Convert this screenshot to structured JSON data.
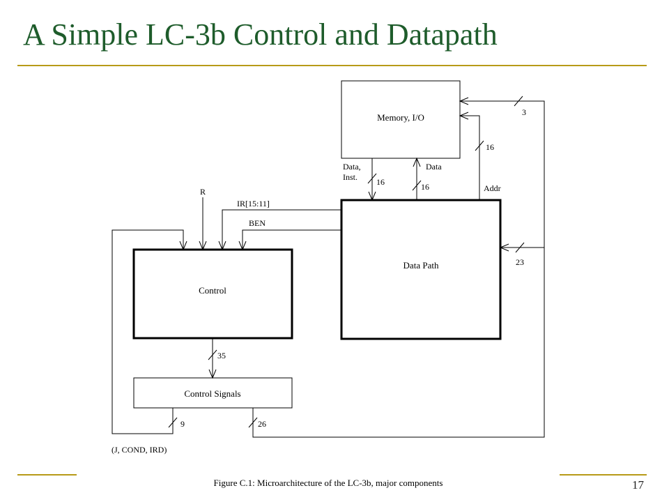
{
  "slide": {
    "title": "A Simple LC-3b Control and Datapath",
    "page_number": "17"
  },
  "diagram": {
    "blocks": {
      "memory": "Memory, I/O",
      "datapath": "Data Path",
      "control": "Control",
      "control_signals": "Control Signals"
    },
    "signals": {
      "data_inst_line1": "Data,",
      "data_inst_line2": "Inst.",
      "data": "Data",
      "addr": "Addr",
      "r": "R",
      "ir": "IR[15:11]",
      "ben": "BEN",
      "feedback": "(J, COND, IRD)"
    },
    "bus_widths": {
      "mem_ctrl": "3",
      "addr": "16",
      "data_inst": "16",
      "data_write": "16",
      "datapath_ctrl": "23",
      "control_out": "35",
      "feedback": "9",
      "signals_out": "26"
    },
    "caption": "Figure C.1: Microarchitecture of the LC-3b, major components"
  }
}
